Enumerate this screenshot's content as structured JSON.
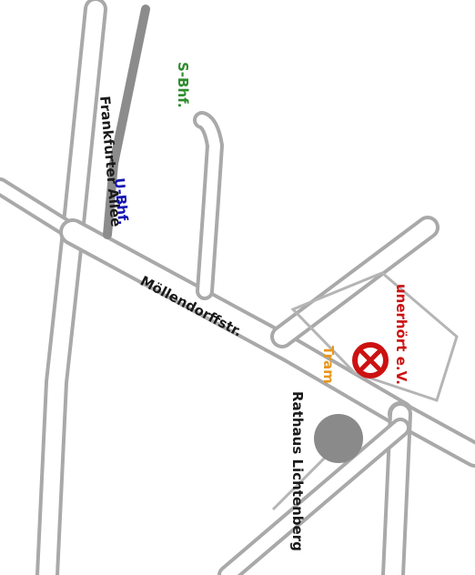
{
  "labels": {
    "s_bahn": "S-Bhf.",
    "frankfurter_allee": "Frankfurter Allee",
    "u_bahn": "U-Bhf.",
    "moellendorffstr": "Möllendorffstr.",
    "venue": "unerhört e.V.",
    "tram": "Tram",
    "rathaus": "Rathaus Lichtenberg"
  },
  "colors": {
    "road": "#a9a9a9",
    "rail": "#8c8c8c",
    "s_bahn": "#2e8b2e",
    "u_bahn": "#1414b4",
    "street_label": "#1a1a1a",
    "venue": "#cc1111",
    "tram": "#e8961e",
    "rathaus": "#8a8a8a"
  },
  "icons": {
    "venue_marker": "circled-x-marker-icon",
    "rathaus_marker": "filled-circle-icon"
  }
}
